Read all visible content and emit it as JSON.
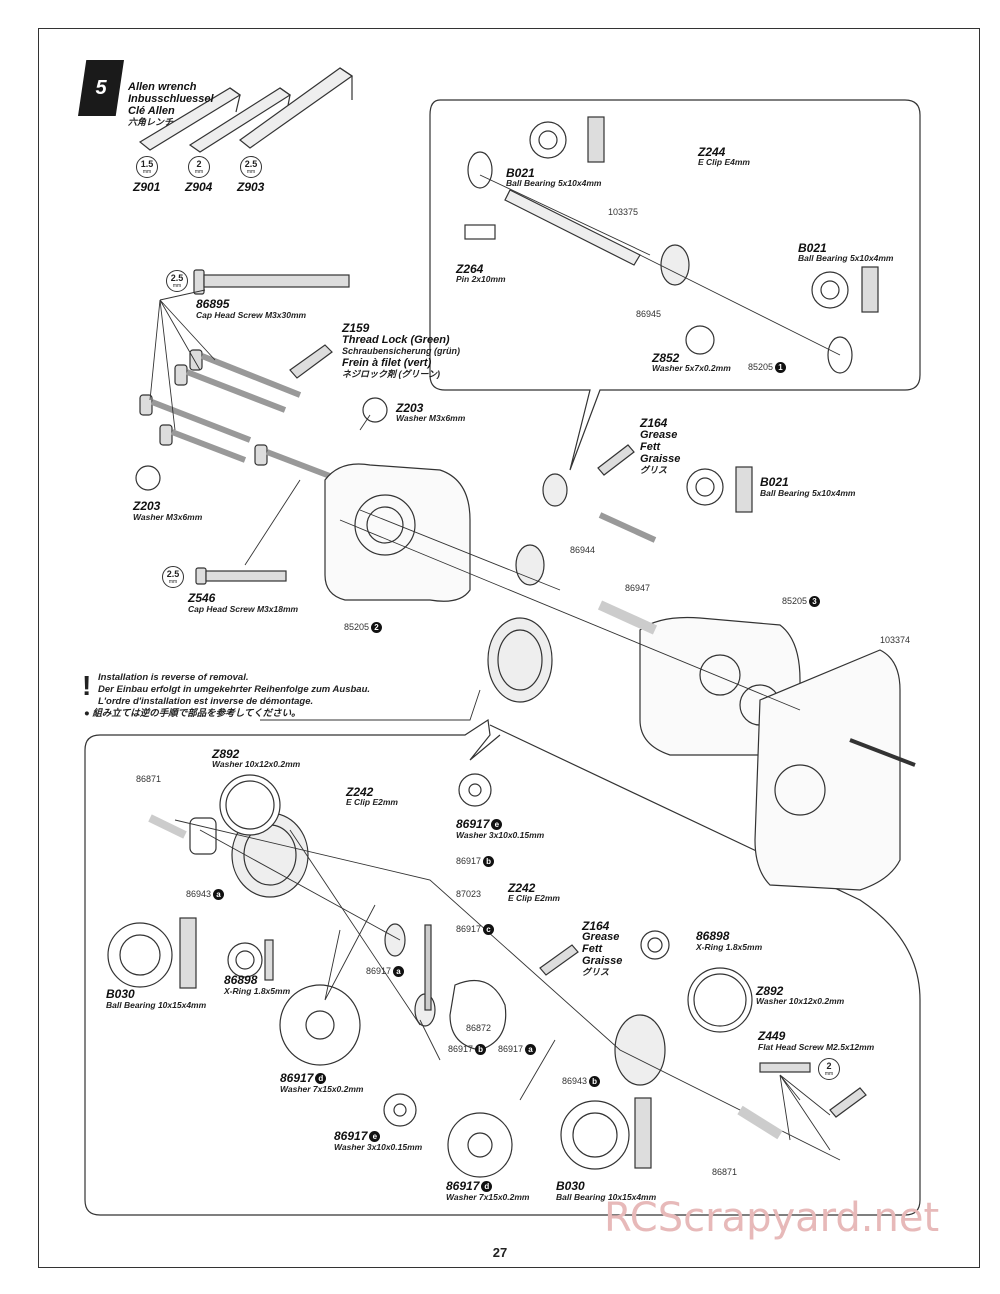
{
  "step_number": "5",
  "tools": {
    "title_en": "Allen wrench",
    "title_de": "Inbusschluessel",
    "title_fr": "Clé Allen",
    "title_jp": "六角レンチ",
    "items": [
      {
        "size": "1.5",
        "unit": "mm",
        "code": "Z901"
      },
      {
        "size": "2",
        "unit": "mm",
        "code": "Z904"
      },
      {
        "size": "2.5",
        "unit": "mm",
        "code": "Z903"
      }
    ]
  },
  "parts": {
    "p86895": {
      "code": "86895",
      "desc": "Cap Head Screw M3x30mm",
      "tool": "2.5",
      "tool_unit": "mm"
    },
    "z159": {
      "code": "Z159",
      "name_en": "Thread Lock (Green)",
      "name_de": "Schraubensicherung (grün)",
      "name_fr": "Frein à filet (vert)",
      "name_jp": "ネジロック剤 (グリーン)"
    },
    "z203a": {
      "code": "Z203",
      "desc": "Washer M3x6mm"
    },
    "z203b": {
      "code": "Z203",
      "desc": "Washer M3x6mm"
    },
    "z546": {
      "code": "Z546",
      "desc": "Cap Head Screw M3x18mm",
      "tool": "2.5",
      "tool_unit": "mm"
    },
    "b021a": {
      "code": "B021",
      "desc": "Ball Bearing 5x10x4mm"
    },
    "n103375": "103375",
    "z264": {
      "code": "Z264",
      "desc": "Pin 2x10mm"
    },
    "z244": {
      "code": "Z244",
      "desc": "E Clip E4mm"
    },
    "b021b": {
      "code": "B021",
      "desc": "Ball Bearing 5x10x4mm"
    },
    "n86945": "86945",
    "z852": {
      "code": "Z852",
      "desc": "Washer 5x7x0.2mm"
    },
    "n85205_1": {
      "code": "85205",
      "badge": "1"
    },
    "z164a": {
      "code": "Z164",
      "en": "Grease",
      "de": "Fett",
      "fr": "Graisse",
      "jp": "グリス"
    },
    "b021c": {
      "code": "B021",
      "desc": "Ball Bearing 5x10x4mm"
    },
    "n86944": "86944",
    "n86947": "86947",
    "n85205_3": {
      "code": "85205",
      "badge": "3"
    },
    "n85205_2": {
      "code": "85205",
      "badge": "2"
    },
    "n103374": "103374",
    "z892a": {
      "code": "Z892",
      "desc": "Washer 10x12x0.2mm"
    },
    "n86871a": "86871",
    "z242a": {
      "code": "Z242",
      "desc": "E Clip E2mm"
    },
    "n86917e_top": {
      "code": "86917",
      "badge": "e",
      "desc": "Washer 3x10x0.15mm"
    },
    "n86917b_1": {
      "code": "86917",
      "badge": "b"
    },
    "n87023": "87023",
    "n86943a": {
      "code": "86943",
      "badge": "a"
    },
    "n86917c": {
      "code": "86917",
      "badge": "c"
    },
    "n86917a_1": {
      "code": "86917",
      "badge": "a"
    },
    "b030a": {
      "code": "B030",
      "desc": "Ball Bearing 10x15x4mm"
    },
    "n86898a": {
      "code": "86898",
      "desc": "X-Ring 1.8x5mm"
    },
    "n86917d_1": {
      "code": "86917",
      "badge": "d",
      "desc": "Washer  7x15x0.2mm"
    },
    "n86872": "86872",
    "n86917b_2": {
      "code": "86917",
      "badge": "b"
    },
    "n86917a_2": {
      "code": "86917",
      "badge": "a"
    },
    "n86917e_bot": {
      "code": "86917",
      "badge": "e",
      "desc": "Washer 3x10x0.15mm"
    },
    "z242b": {
      "code": "Z242",
      "desc": "E Clip E2mm"
    },
    "z164b": {
      "code": "Z164",
      "en": "Grease",
      "de": "Fett",
      "fr": "Graisse",
      "jp": "グリス"
    },
    "n86898b": {
      "code": "86898",
      "desc": "X-Ring 1.8x5mm"
    },
    "z892b": {
      "code": "Z892",
      "desc": "Washer 10x12x0.2mm"
    },
    "z449": {
      "code": "Z449",
      "desc": "Flat Head Screw M2.5x12mm",
      "tool": "2",
      "tool_unit": "mm"
    },
    "n86943b": {
      "code": "86943",
      "badge": "b"
    },
    "n86871b": "86871",
    "n86917d_2": {
      "code": "86917",
      "badge": "d",
      "desc": "Washer  7x15x0.2mm"
    },
    "b030b": {
      "code": "B030",
      "desc": "Ball Bearing 10x15x4mm"
    }
  },
  "warning": {
    "en": "Installation is reverse of removal.",
    "de": "Der Einbau erfolgt in umgekehrter Reihenfolge zum Ausbau.",
    "fr": "L'ordre d'installation est inverse de démontage.",
    "jp": "組み立ては逆の手順で部品を参考してください。"
  },
  "page_number": "27",
  "watermark": "RCScrapyard.net"
}
